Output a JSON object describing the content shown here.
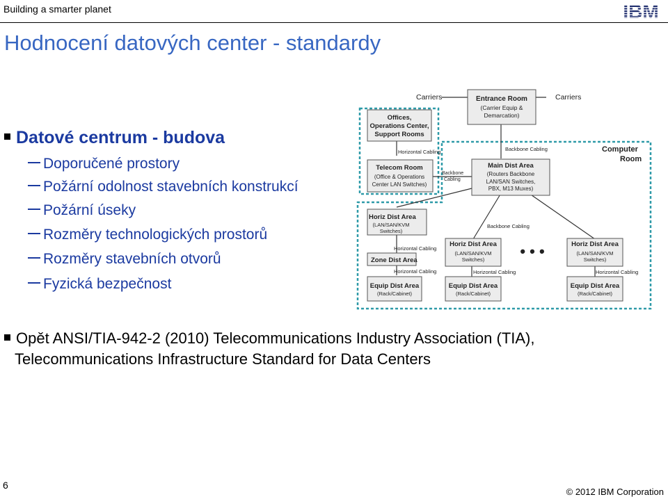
{
  "header": {
    "tagline": "Building a smarter planet",
    "logo_text": "IBM"
  },
  "title": "Hodnocení datových center - standardy",
  "bullet1": {
    "heading": "Datové centrum - budova",
    "items": [
      "Doporučené prostory",
      "Požární odolnost stavebních konstrukcí",
      "Požární úseky",
      "Rozměry technologických prostorů",
      "Rozměry stavebních otvorů",
      "Fyzická bezpečnost"
    ]
  },
  "bullet2": {
    "line1": "Opět ANSI/TIA-942-2 (2010) Telecommunications Industry Association (TIA),",
    "line2": "Telecommunications Infrastructure Standard for Data Centers"
  },
  "diagram": {
    "carriers_left": "Carriers",
    "carriers_right": "Carriers",
    "entrance_room": [
      "Entrance Room",
      "(Carrier Equip &",
      "Demarcation)"
    ],
    "offices": [
      "Offices,",
      "Operations Center,",
      "Support Rooms"
    ],
    "telecom_room": [
      "Telecom Room",
      "(Office & Operations",
      "Center LAN Switches)"
    ],
    "main_dist": [
      "Main Dist Area",
      "(Routers Backbone",
      "LAN/SAN Switches,",
      "PBX, M13 Muxes)"
    ],
    "computer_room": [
      "Computer",
      "Room"
    ],
    "horiz_left": [
      "Horiz Dist Area",
      "(LAN/SAN/KVM",
      "Switches)"
    ],
    "horiz_mid": [
      "Horiz Dist Area",
      "(LAN/SAN/KVM",
      "Switches)"
    ],
    "horiz_right": [
      "Horiz Dist Area",
      "(LAN/SAN/KVM",
      "Switches)"
    ],
    "zone_dist": "Zone Dist Area",
    "equip": [
      "Equip Dist Area",
      "(Rack/Cabinet)"
    ],
    "label_horizontal_cabling": "Horizontal Cabling",
    "label_backbone_cabling": "Backbone Cabling",
    "label_backbone_cabling_split": [
      "Backbone",
      "Cabling"
    ],
    "ellipsis": "• • •"
  },
  "footer": {
    "page": "6",
    "copyright": "© 2012 IBM Corporation"
  },
  "colors": {
    "title_blue": "#3867c2",
    "bullet_blue": "#1b3aa0",
    "dashed_border": "#2e9aa8"
  }
}
